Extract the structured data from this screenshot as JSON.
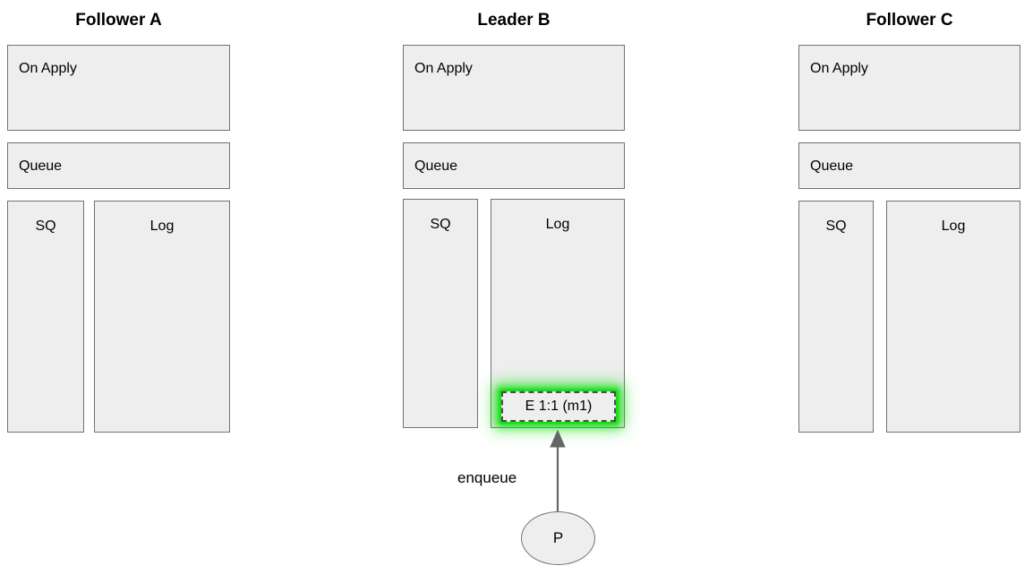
{
  "diagram": {
    "title_style": "raft-replication-state",
    "colors": {
      "box_fill": "#eeeeee",
      "box_border": "#737373",
      "highlight_glow": "#00e000",
      "entry_border": "#4d4d4d",
      "edge_stroke": "#666666",
      "text": "#000000"
    },
    "nodes": [
      {
        "id": "follower-a",
        "title": "Follower A",
        "on_apply_label": "On Apply",
        "queue_label": "Queue",
        "sq_label": "SQ",
        "log_label": "Log",
        "log_entries": []
      },
      {
        "id": "leader-b",
        "title": "Leader B",
        "on_apply_label": "On Apply",
        "queue_label": "Queue",
        "sq_label": "SQ",
        "log_label": "Log",
        "log_entries": [
          {
            "text": "E 1:1 (m1)",
            "highlighted": true
          }
        ]
      },
      {
        "id": "follower-c",
        "title": "Follower C",
        "on_apply_label": "On Apply",
        "queue_label": "Queue",
        "sq_label": "SQ",
        "log_label": "Log",
        "log_entries": []
      }
    ],
    "producer": {
      "label": "P"
    },
    "edges": [
      {
        "id": "enqueue-edge",
        "label": "enqueue",
        "from": "producer",
        "to": "leader-b-log-entry"
      }
    ]
  }
}
